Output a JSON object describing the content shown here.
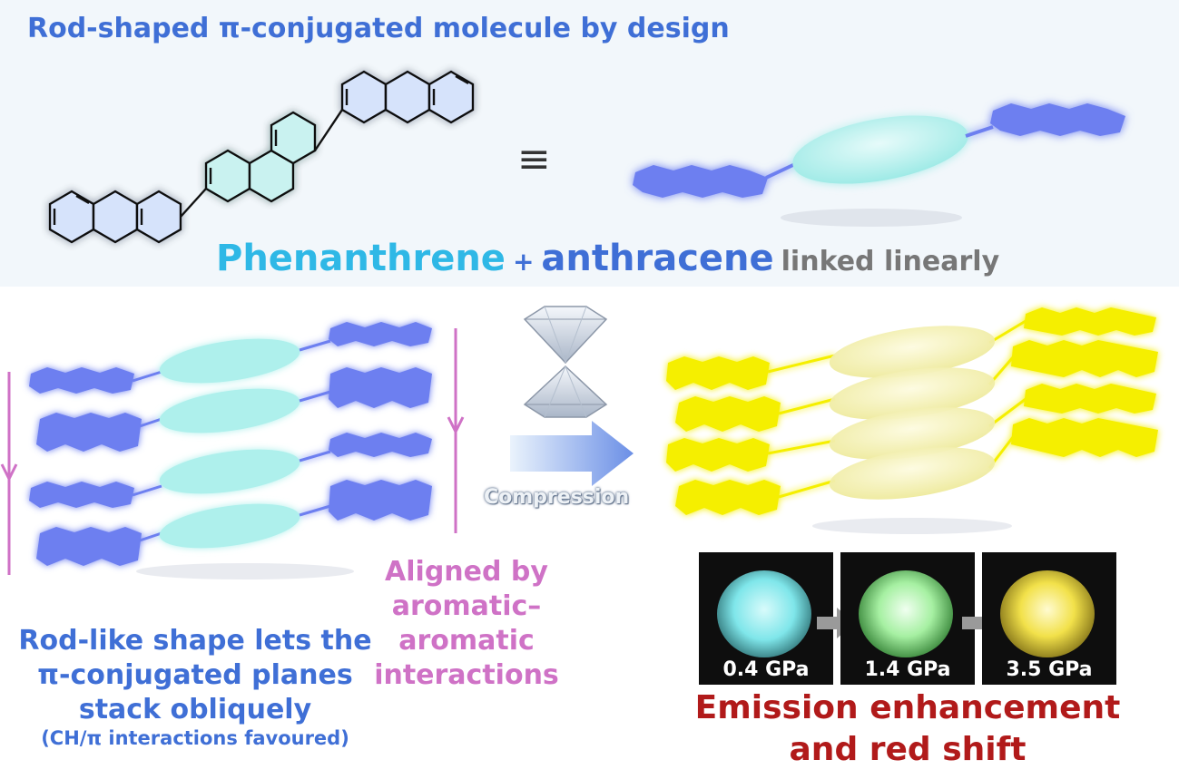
{
  "title": "Rod-shaped π-conjugated molecule by design",
  "legend": {
    "phenanthrene": "Phenanthrene",
    "plus": "+",
    "anthracene": "anthracene",
    "linked": "linked linearly"
  },
  "equivalence_symbol": "≡",
  "arrow_label": "Compression",
  "aligned_label": [
    "Aligned by",
    "aromatic–",
    "aromatic",
    "interactions"
  ],
  "rod_label": [
    "Rod-like shape lets the",
    "π-conjugated planes",
    "stack obliquely"
  ],
  "rod_sublabel": "(CH/π interactions favoured)",
  "photos": [
    {
      "pressure": "0.4 GPa",
      "color": "#7fe6ea"
    },
    {
      "pressure": "1.4 GPa",
      "color": "#a6f0a2"
    },
    {
      "pressure": "3.5 GPa",
      "color": "#f2e14a"
    }
  ],
  "emission_label": [
    "Emission enhancement",
    "and red shift"
  ],
  "colors": {
    "phenanthrene": "#aef0ec",
    "anthracene": "#6d7ff0",
    "compressed": "#f5ef00",
    "title": "#3f6fd6",
    "aligned": "#cf72c6",
    "emission": "#b11a1a"
  }
}
